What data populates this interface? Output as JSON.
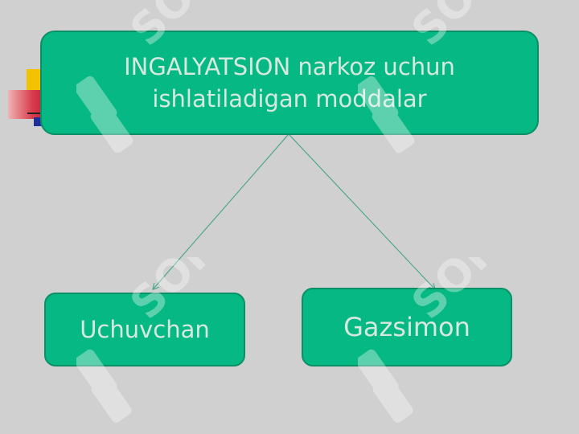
{
  "diagram": {
    "root": {
      "label": "INGALYATSION narkoz uchun ishlatiladigan moddalar"
    },
    "children": [
      {
        "label": "Uchuvchan"
      },
      {
        "label": "Gazsimon"
      }
    ]
  },
  "watermark": {
    "text": "SOFF"
  },
  "colors": {
    "background": "#d0d0d0",
    "box_fill": "#06b883",
    "box_border": "#0a8f66",
    "box_text": "#d6e8df",
    "connector": "#3a9f86"
  }
}
